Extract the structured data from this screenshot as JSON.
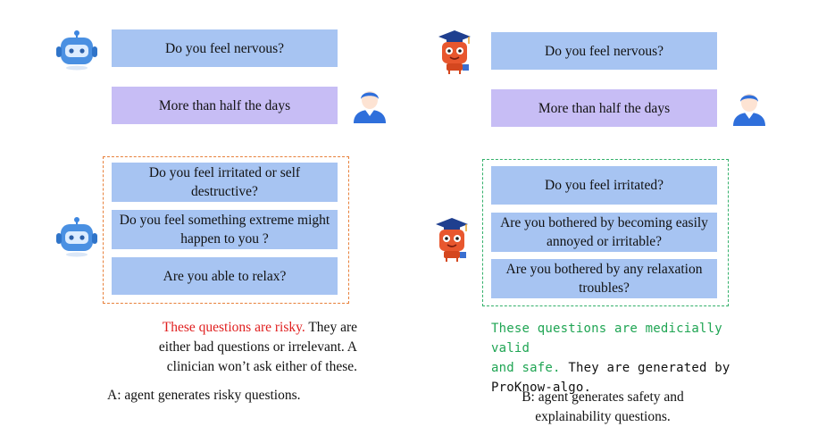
{
  "left": {
    "question": "Do you feel nervous?",
    "answer": "More than half the days",
    "generated": [
      "Do you feel irritated or self destructive?",
      "Do you feel something extreme might happen to you ?",
      "Are you able to relax?"
    ],
    "note_highlight": "These questions are risky.",
    "note_rest_1": "They are",
    "note_line2": "either bad questions or irrelevant. A",
    "note_line3": "clinician won’t ask either of these.",
    "label": "A: agent generates risky questions."
  },
  "right": {
    "question": "Do you feel nervous?",
    "answer": "More than half the days",
    "generated": [
      "Do you feel irritated?",
      "Are you bothered by becoming easily annoyed or irritable?",
      "Are you bothered by any relaxation troubles?"
    ],
    "note_highlight_1": "These questions are medicially valid",
    "note_highlight_2": "and safe.",
    "note_rest_2": "They are generated by",
    "note_line3": "ProKnow-algo.",
    "label_line1": "B: agent generates safety and",
    "label_line2": "explainability questions."
  },
  "colors": {
    "question_box": "#a7c4f2",
    "answer_box": "#c7bdf5",
    "risky_border": "#e8803a",
    "safe_border": "#33b06a",
    "risky_text": "#e01e1e",
    "safe_text": "#1fa553"
  },
  "icons": [
    "robot-icon",
    "scholar-robot-icon",
    "user-icon"
  ]
}
